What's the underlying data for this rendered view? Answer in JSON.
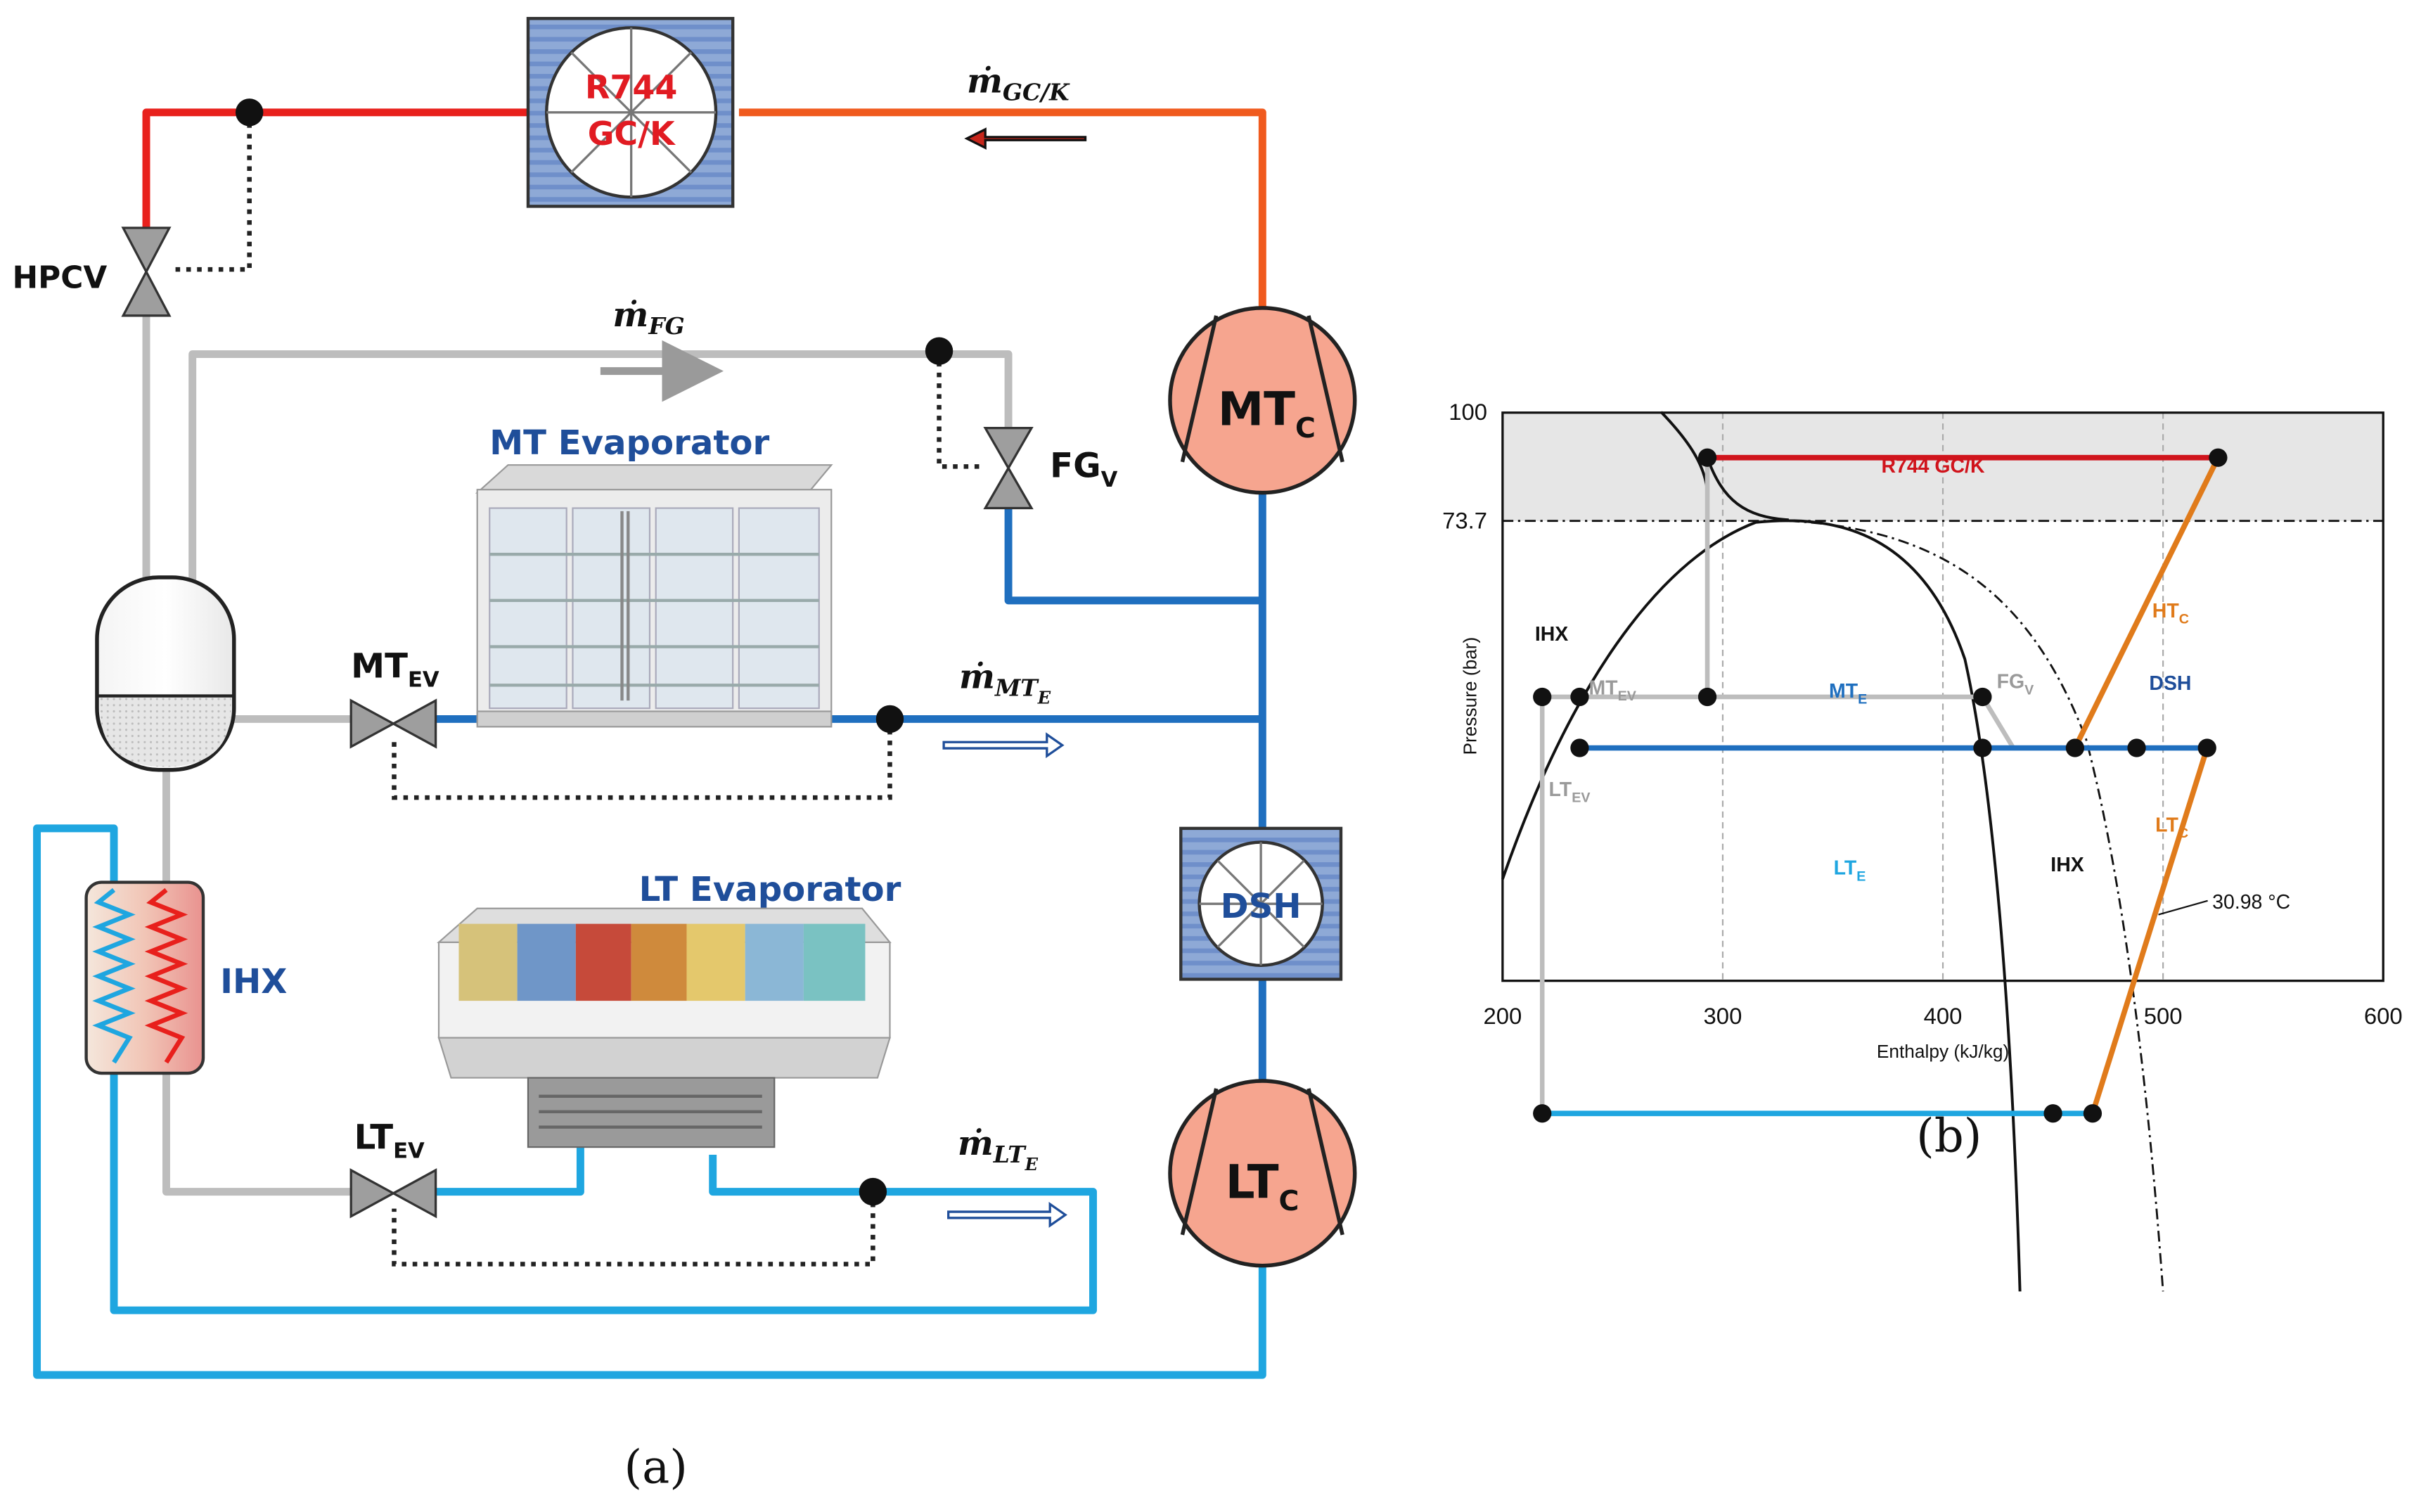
{
  "colors": {
    "hot_line": "#e8201c",
    "discharge_line": "#f05a1e",
    "grey_line": "#bdbdbd",
    "mt_line": "#1f6fbf",
    "lt_line": "#1fa6e0",
    "compressor_fill": "#f6a58f",
    "hx_box_fill": "#8ea9d6",
    "hx_box_stripe": "#5e80bd",
    "title_blue": "#1f4e9a",
    "red_text": "#e11b22",
    "orange": "#e07b1b",
    "chart_band": "#e6e6e6"
  },
  "schematic": {
    "components": {
      "gas_cooler_line1": "R744",
      "gas_cooler_line2": "GC/K",
      "hpcv": "HPCV",
      "fg_valve_main": "FG",
      "fg_valve_sub": "V",
      "mt_compressor_main": "MT",
      "mt_compressor_sub": "C",
      "lt_compressor_main": "LT",
      "lt_compressor_sub": "C",
      "desuperheater": "DSH",
      "ihx": "IHX",
      "mt_evaporator_title": "MT Evaporator",
      "lt_evaporator_title": "LT Evaporator",
      "mt_valve_main": "MT",
      "mt_valve_sub": "EV",
      "lt_valve_main": "LT",
      "lt_valve_sub": "EV"
    },
    "flows": {
      "gc_main": "ṁ",
      "gc_sub": "GC/K",
      "fg_main": "ṁ",
      "fg_sub": "FG",
      "mte_main": "ṁ",
      "mte_sub": "MT",
      "mte_subsub": "E",
      "lte_main": "ṁ",
      "lte_sub": "LT",
      "lte_subsub": "E"
    },
    "caption": "(a)"
  },
  "chart_data": {
    "type": "line",
    "xlabel": "Enthalpy (kJ/kg)",
    "ylabel": "Pressure (bar)",
    "xlim": [
      200,
      600
    ],
    "x_ticks": [
      "200",
      "300",
      "400",
      "500",
      "600"
    ],
    "y_ticks": [
      "100",
      "73.7"
    ],
    "y_scale": "log",
    "grid": "dashed vertical at 300, 400, 500",
    "critical_pressure_label": "73.7",
    "isotherm_label": "30.98 °C",
    "caption": "(b)",
    "labels": {
      "gc": "R744 GC/K",
      "htc_main": "HT",
      "htc_sub": "C",
      "ltc_main": "LT",
      "ltc_sub": "C",
      "ihx_upper": "IHX",
      "ihx_lower": "IHX",
      "mtev_main": "MT",
      "mtev_sub": "EV",
      "mte_main": "MT",
      "mte_sub": "E",
      "fgv_main": "FG",
      "fgv_sub": "V",
      "dsh": "DSH",
      "ltev_main": "LT",
      "ltev_sub": "EV",
      "lte_main": "LT",
      "lte_sub": "E"
    },
    "points": {
      "gc_in": [
        525,
        88
      ],
      "gc_out": [
        293,
        88
      ],
      "fg_tank": [
        293,
        45
      ],
      "ihx_liquid": [
        218,
        45
      ],
      "mt_in": [
        235,
        45
      ],
      "fgv_in": [
        418,
        45
      ],
      "mt_low_in": [
        235,
        39
      ],
      "mt_low_out": [
        418,
        39
      ],
      "htc_in": [
        460,
        39
      ],
      "dsh_in": [
        488,
        39
      ],
      "dsh_out": [
        520,
        39
      ],
      "lt_in": [
        218,
        14
      ],
      "lt_out": [
        450,
        14
      ],
      "ltc_in": [
        468,
        14
      ]
    },
    "series": [
      {
        "name": "R744 GC/K",
        "color": "#d0141c",
        "x": [
          293,
          525
        ],
        "y": [
          88,
          88
        ]
      },
      {
        "name": "HT",
        "color": "#e07b1b",
        "x": [
          460,
          525
        ],
        "y": [
          39,
          88
        ]
      },
      {
        "name": "LT",
        "color": "#e07b1b",
        "x": [
          468,
          520
        ],
        "y": [
          14,
          39
        ]
      },
      {
        "name": "MT",
        "color": "#1f6fbf",
        "x": [
          235,
          520
        ],
        "y": [
          39,
          39
        ]
      },
      {
        "name": "LT",
        "color": "#1fa6e0",
        "x": [
          218,
          468
        ],
        "y": [
          14,
          14
        ]
      }
    ]
  }
}
